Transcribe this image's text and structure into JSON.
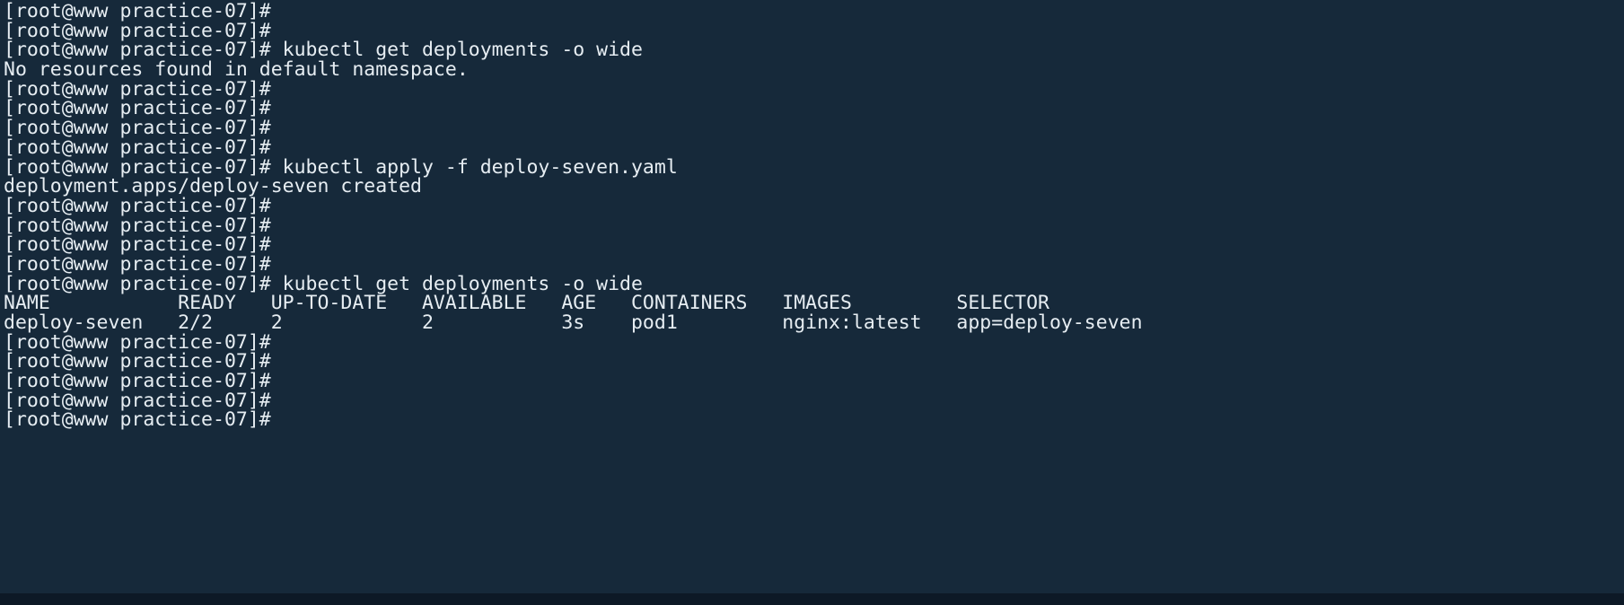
{
  "terminal": {
    "colors": {
      "background": "#16293a",
      "foreground": "#e6edf2",
      "window_edge": "#0d1926"
    },
    "prompt": "[root@www practice-07]#",
    "commands": [
      "kubectl get deployments -o wide",
      "kubectl apply -f deploy-seven.yaml",
      "kubectl get deployments -o wide"
    ],
    "messages": [
      "No resources found in default namespace.",
      "deployment.apps/deploy-seven created"
    ],
    "deployments_table": {
      "headers": [
        "NAME",
        "READY",
        "UP-TO-DATE",
        "AVAILABLE",
        "AGE",
        "CONTAINERS",
        "IMAGES",
        "SELECTOR"
      ],
      "rows": [
        [
          "deploy-seven",
          "2/2",
          "2",
          "2",
          "3s",
          "pod1",
          "nginx:latest",
          "app=deploy-seven"
        ]
      ]
    },
    "lines": [
      "[root@www practice-07]#",
      "[root@www practice-07]#",
      "[root@www practice-07]# kubectl get deployments -o wide",
      "No resources found in default namespace.",
      "[root@www practice-07]#",
      "[root@www practice-07]#",
      "[root@www practice-07]#",
      "[root@www practice-07]#",
      "[root@www practice-07]# kubectl apply -f deploy-seven.yaml",
      "deployment.apps/deploy-seven created",
      "[root@www practice-07]#",
      "[root@www practice-07]#",
      "[root@www practice-07]#",
      "[root@www practice-07]#",
      "[root@www practice-07]# kubectl get deployments -o wide",
      "NAME           READY   UP-TO-DATE   AVAILABLE   AGE   CONTAINERS   IMAGES         SELECTOR",
      "deploy-seven   2/2     2            2           3s    pod1         nginx:latest   app=deploy-seven",
      "[root@www practice-07]#",
      "[root@www practice-07]#",
      "[root@www practice-07]#",
      "[root@www practice-07]#",
      "[root@www practice-07]#"
    ]
  }
}
